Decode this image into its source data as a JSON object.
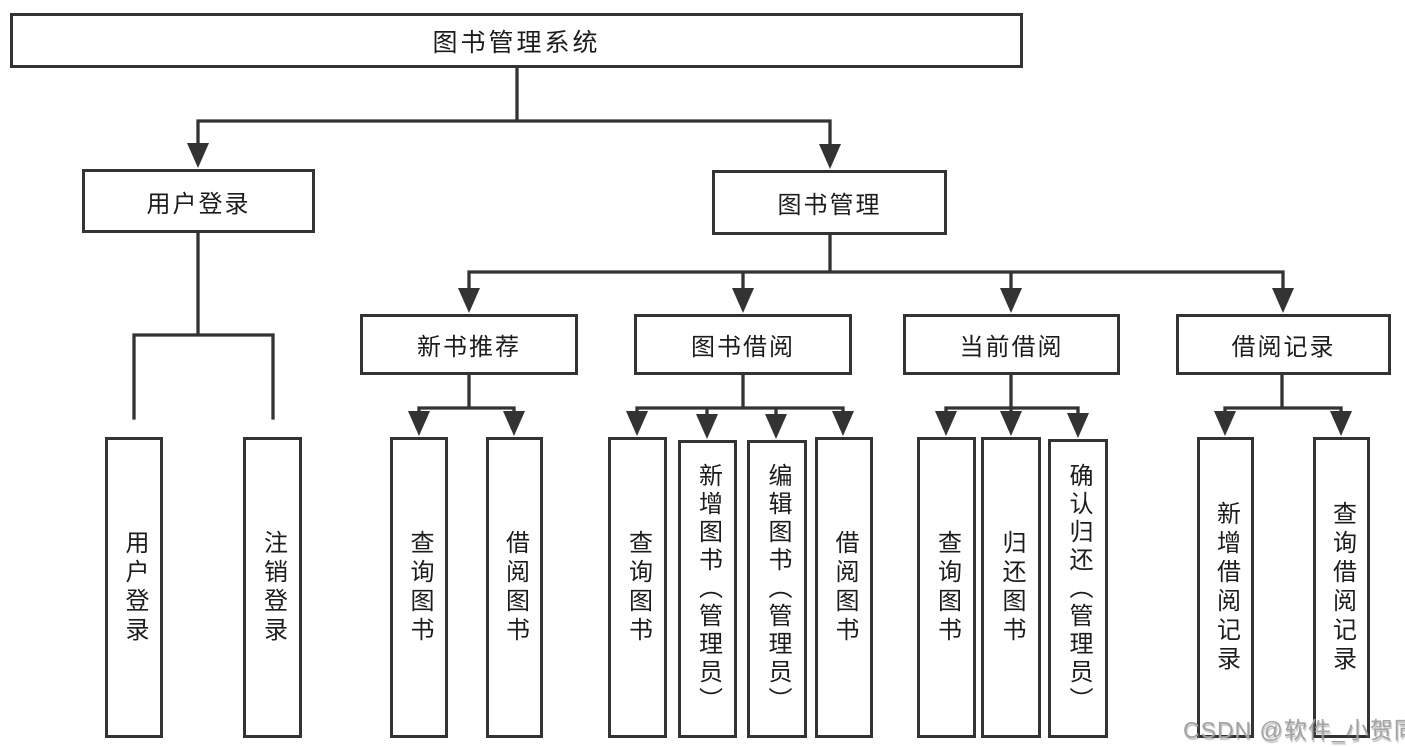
{
  "tree": {
    "label": "图书管理系统",
    "children": [
      {
        "label": "用户登录",
        "children": [
          {
            "label": "用户登录"
          },
          {
            "label": "注销登录"
          }
        ]
      },
      {
        "label": "图书管理",
        "children": [
          {
            "label": "新书推荐",
            "children": [
              {
                "label": "查询图书"
              },
              {
                "label": "借阅图书"
              }
            ]
          },
          {
            "label": "图书借阅",
            "children": [
              {
                "label": "查询图书"
              },
              {
                "label": "新增图书（管理员）"
              },
              {
                "label": "编辑图书（管理员）"
              },
              {
                "label": "借阅图书"
              }
            ]
          },
          {
            "label": "当前借阅",
            "children": [
              {
                "label": "查询图书"
              },
              {
                "label": "归还图书"
              },
              {
                "label": "确认归还（管理员）"
              }
            ]
          },
          {
            "label": "借阅记录",
            "children": [
              {
                "label": "新增借阅记录"
              },
              {
                "label": "查询借阅记录"
              }
            ]
          }
        ]
      }
    ]
  },
  "watermark": {
    "text": "CSDN @软件_小贺同学"
  },
  "colors": {
    "line": "#333333",
    "box_border": "#333333",
    "text": "#1c1c1c",
    "background": "#ffffff",
    "watermark": "#a3a3a3"
  }
}
